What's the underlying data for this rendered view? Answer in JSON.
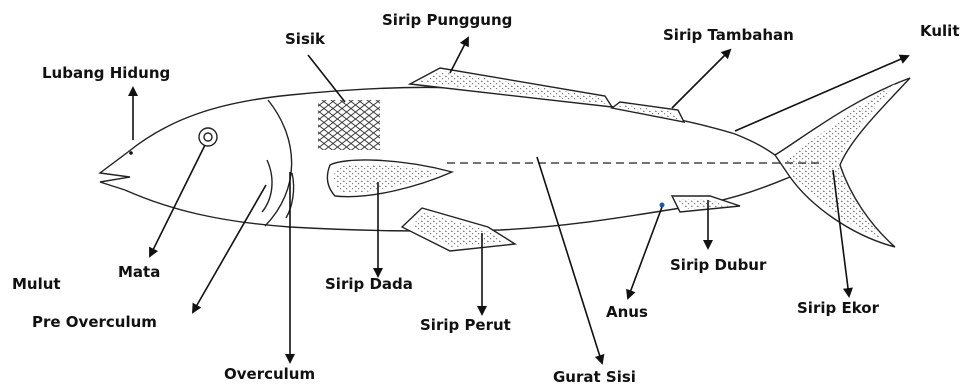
{
  "labels": {
    "sirip_punggung": "Sirip Punggung",
    "sirip_tambahan": "Sirip Tambahan",
    "kulit": "Kulit",
    "sisik": "Sisik",
    "lubang_hidung": "Lubang Hidung",
    "mulut": "Mulut",
    "mata": "Mata",
    "pre_overculum": "Pre Overculum",
    "overculum": "Overculum",
    "sirip_dada": "Sirip Dada",
    "sirip_perut": "Sirip Perut",
    "gurat_sisi": "Gurat Sisi",
    "anus": "Anus",
    "sirip_dubur": "Sirip Dubur",
    "sirip_ekor": "Sirip Ekor"
  }
}
